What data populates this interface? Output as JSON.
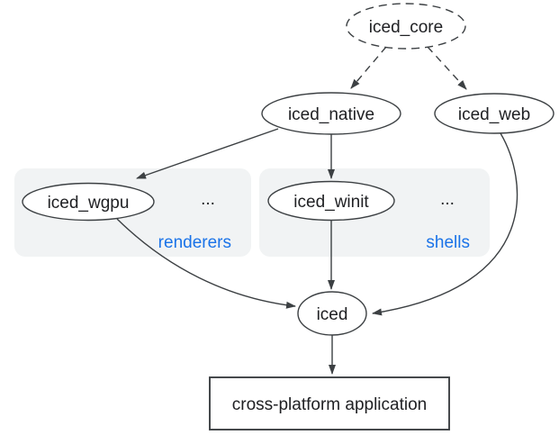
{
  "diagram": {
    "nodes": {
      "iced_core": {
        "label": "iced_core",
        "shape": "ellipse",
        "style": "dashed"
      },
      "iced_native": {
        "label": "iced_native",
        "shape": "ellipse",
        "style": "solid"
      },
      "iced_web": {
        "label": "iced_web",
        "shape": "ellipse",
        "style": "solid"
      },
      "iced_wgpu": {
        "label": "iced_wgpu",
        "shape": "ellipse",
        "style": "solid"
      },
      "iced_winit": {
        "label": "iced_winit",
        "shape": "ellipse",
        "style": "solid"
      },
      "iced": {
        "label": "iced",
        "shape": "ellipse",
        "style": "solid"
      },
      "application": {
        "label": "cross-platform application",
        "shape": "rectangle",
        "style": "solid"
      }
    },
    "groups": {
      "renderers": {
        "label": "renderers",
        "more": "..."
      },
      "shells": {
        "label": "shells",
        "more": "..."
      }
    },
    "edges": [
      {
        "from": "iced_core",
        "to": "iced_native",
        "style": "dashed"
      },
      {
        "from": "iced_core",
        "to": "iced_web",
        "style": "dashed"
      },
      {
        "from": "iced_native",
        "to": "iced_wgpu",
        "style": "solid"
      },
      {
        "from": "iced_native",
        "to": "iced_winit",
        "style": "solid"
      },
      {
        "from": "iced_wgpu",
        "to": "iced",
        "style": "solid"
      },
      {
        "from": "iced_winit",
        "to": "iced",
        "style": "solid"
      },
      {
        "from": "iced_web",
        "to": "iced",
        "style": "solid"
      },
      {
        "from": "iced",
        "to": "application",
        "style": "solid"
      }
    ],
    "colors": {
      "background": "#ffffff",
      "node_stroke": "#3c4043",
      "node_fill": "#ffffff",
      "text": "#202124",
      "group_fill": "#f1f3f4",
      "group_label": "#1a73e8"
    }
  }
}
